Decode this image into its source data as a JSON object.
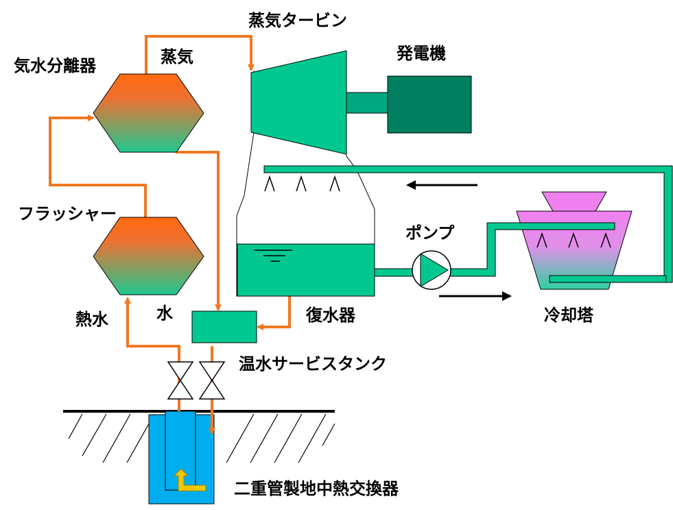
{
  "labels": {
    "steam_turbine": "蒸気タービン",
    "steam": "蒸気",
    "separator": "気水分離器",
    "generator": "発電機",
    "flasher": "フラッシャー",
    "pump": "ポンプ",
    "hot_water": "熱水",
    "water": "水",
    "condenser": "復水器",
    "cooling_tower": "冷却塔",
    "hot_water_tank": "温水サービスタンク",
    "heat_exchanger": "二重管製地中熱交換器"
  },
  "colors": {
    "hot_pipe": "#F07820",
    "hot_vessel_top": "#FF6A10",
    "hot_vessel_bottom": "#20C890",
    "equipment_green": "#00C890",
    "equipment_dark": "#008060",
    "cooling_tower_pink": "#F080F0",
    "ground_exchanger_blue": "#00AEEF",
    "arrow_yellow": "#F0C800"
  },
  "icons": {
    "valve": "bowtie-valve-icon",
    "pump": "pump-triangle-icon",
    "ground": "hatched-ground-icon"
  }
}
